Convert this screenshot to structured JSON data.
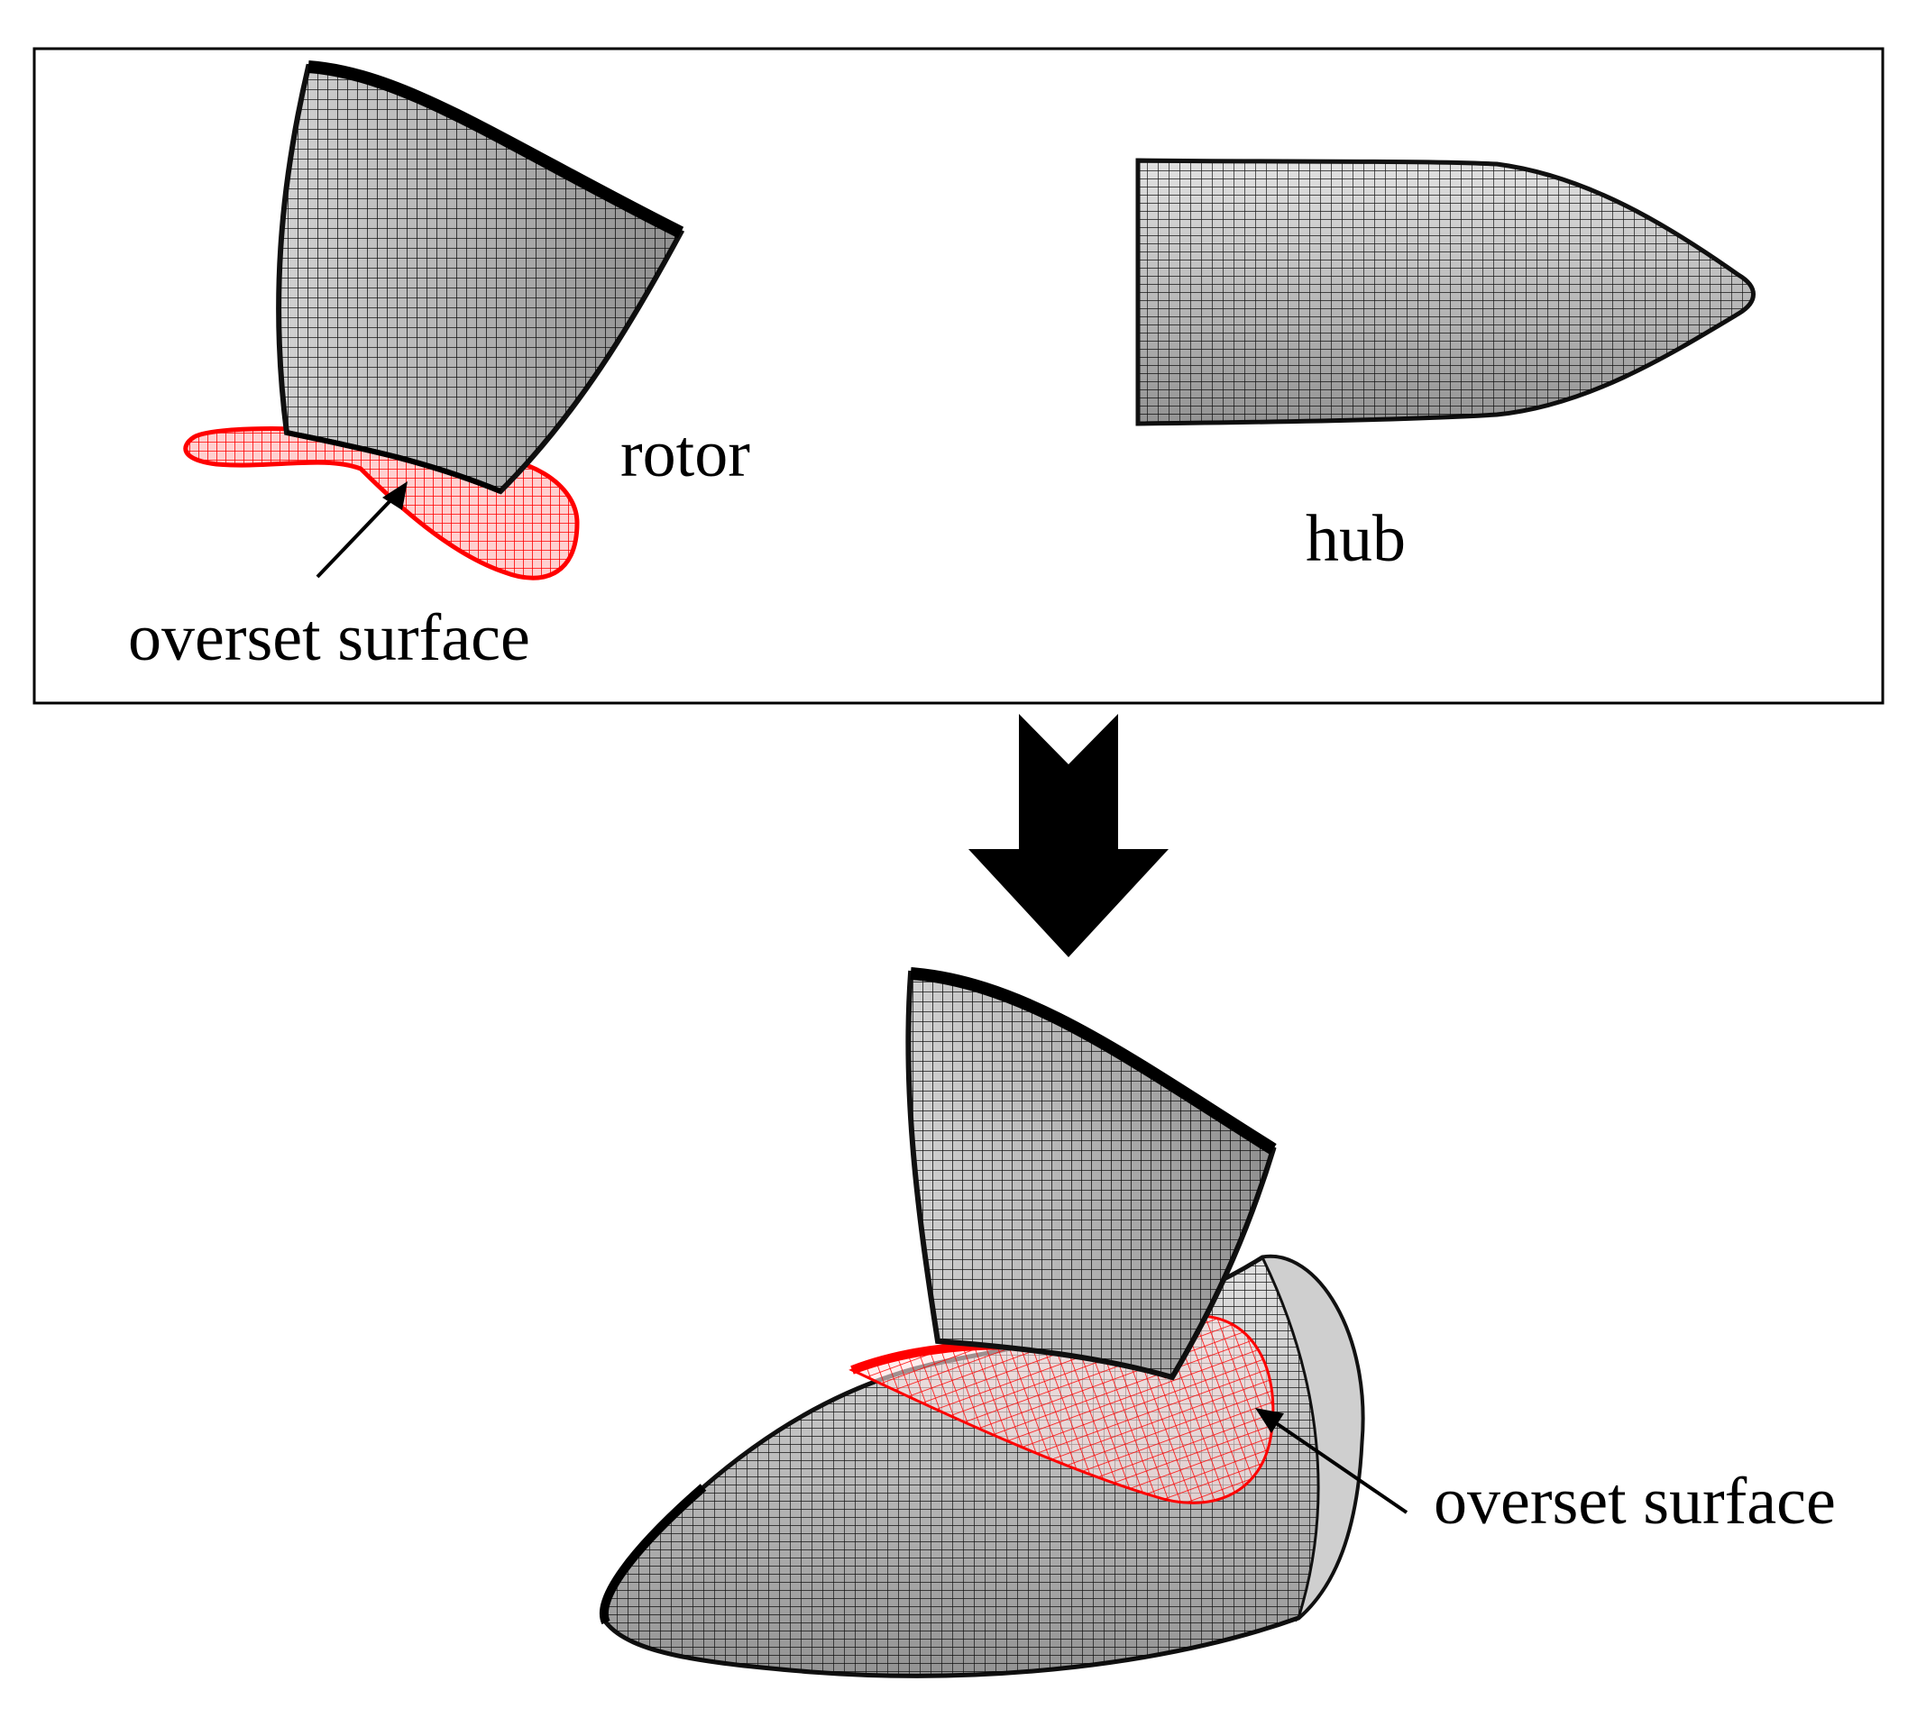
{
  "labels": {
    "rotor": "rotor",
    "hub": "hub",
    "overset_top": "overset surface",
    "overset_bottom": "overset surface"
  },
  "colors": {
    "mesh_dark": "#1a1a1a",
    "mesh_light": "#ffffff",
    "overset": "#ff0000",
    "arrow": "#000000",
    "frame": "#000000"
  }
}
